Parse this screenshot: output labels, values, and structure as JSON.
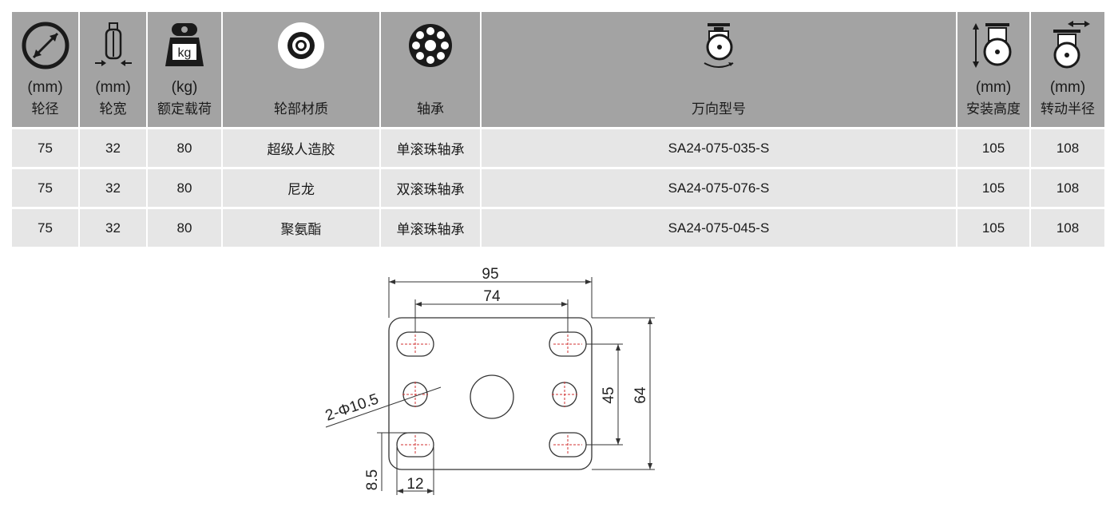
{
  "columns": [
    {
      "unit": "(mm)",
      "label": "轮径",
      "icon": "wheel-diameter-icon"
    },
    {
      "unit": "(mm)",
      "label": "轮宽",
      "icon": "wheel-width-icon"
    },
    {
      "unit": "(kg)",
      "label": "额定载荷",
      "icon": "load-weight-icon",
      "icon_text": "kg"
    },
    {
      "unit": "",
      "label": "轮部材质",
      "icon": "wheel-material-icon"
    },
    {
      "unit": "",
      "label": "轴承",
      "icon": "bearing-icon"
    },
    {
      "unit": "",
      "label": "万向型号",
      "icon": "swivel-caster-icon"
    },
    {
      "unit": "(mm)",
      "label": "安装高度",
      "icon": "mounting-height-icon"
    },
    {
      "unit": "(mm)",
      "label": "转动半径",
      "icon": "swivel-radius-icon"
    }
  ],
  "rows": [
    [
      "75",
      "32",
      "80",
      "超级人造胶",
      "单滚珠轴承",
      "SA24-075-035-S",
      "105",
      "108"
    ],
    [
      "75",
      "32",
      "80",
      "尼龙",
      "双滚珠轴承",
      "SA24-075-076-S",
      "105",
      "108"
    ],
    [
      "75",
      "32",
      "80",
      "聚氨酯",
      "单滚珠轴承",
      "SA24-075-045-S",
      "105",
      "108"
    ]
  ],
  "drawing": {
    "plate_width": "95",
    "hole_spacing_x": "74",
    "hole_spacing_y": "45",
    "plate_height": "64",
    "hole_callout": "2-Φ10.5",
    "edge_offset": "8.5",
    "slot_length": "12"
  }
}
